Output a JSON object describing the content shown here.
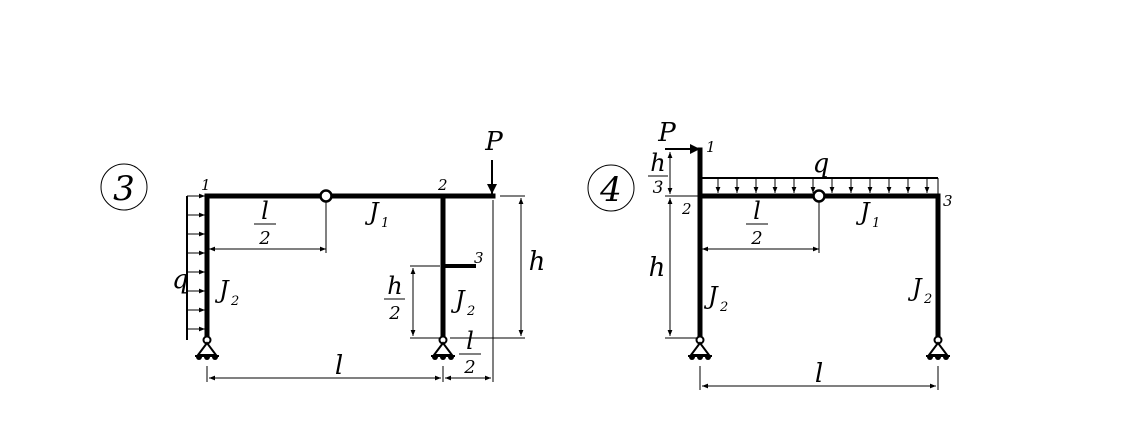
{
  "frames": [
    {
      "number": "3",
      "nodes": [
        "1",
        "2",
        "3"
      ],
      "load_distributed": "q",
      "load_point": "P",
      "beam_inertia": "J",
      "beam_inertia_sub": "1",
      "column_inertia_left": "J",
      "column_inertia_left_sub": "2",
      "column_inertia_right": "J",
      "column_inertia_right_sub": "2",
      "dim_hinge_num": "l",
      "dim_hinge_den": "2",
      "dim_height": "h",
      "dim_bracket_num": "h",
      "dim_bracket_den": "2",
      "dim_overhang_num": "l",
      "dim_overhang_den": "2",
      "dim_span": "l"
    },
    {
      "number": "4",
      "nodes": [
        "1",
        "2",
        "3"
      ],
      "load_distributed": "q",
      "load_point": "P",
      "beam_inertia": "J",
      "beam_inertia_sub": "1",
      "column_inertia_left": "J",
      "column_inertia_left_sub": "2",
      "column_inertia_right": "J",
      "column_inertia_right_sub": "2",
      "dim_top_num": "h",
      "dim_top_den": "3",
      "dim_height": "h",
      "dim_hinge_num": "l",
      "dim_hinge_den": "2",
      "dim_span": "l"
    }
  ]
}
